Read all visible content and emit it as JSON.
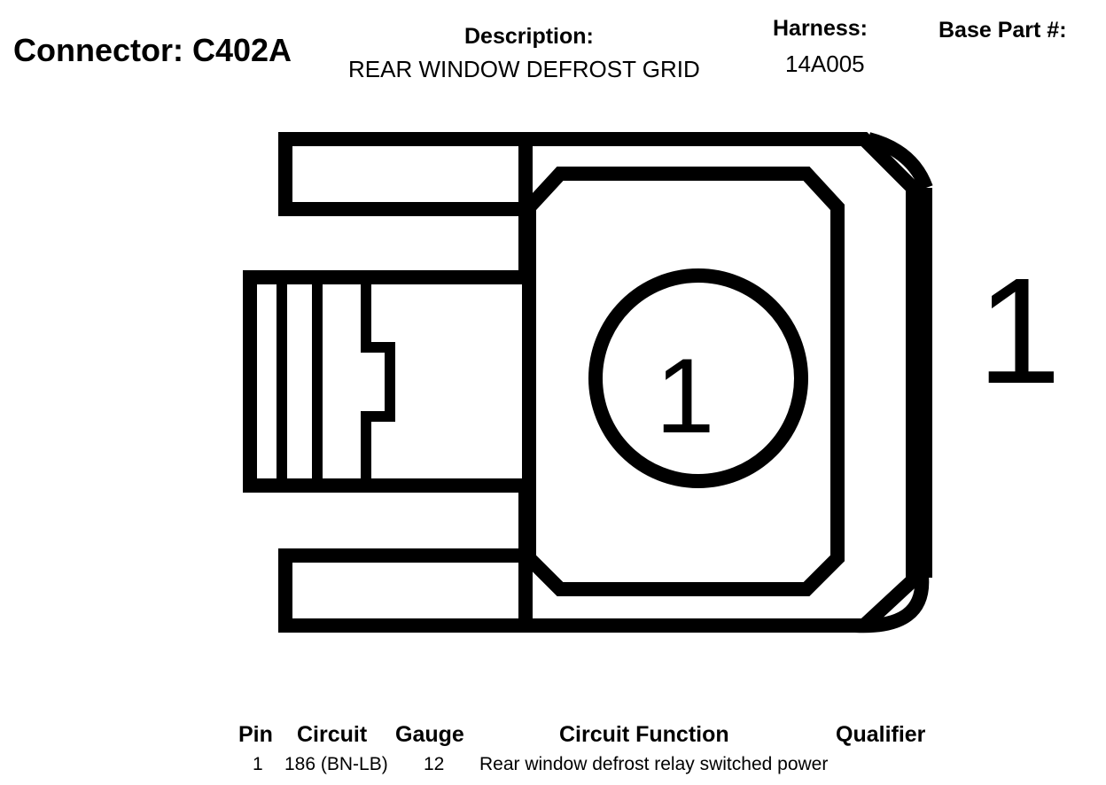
{
  "header": {
    "connector_title": "Connector: C402A",
    "description_label": "Description:",
    "description_value": "REAR WINDOW DEFROST GRID",
    "harness_label": "Harness:",
    "harness_value": "14A005",
    "base_part_label": "Base Part #:"
  },
  "diagram": {
    "cavity_label": "1",
    "side_pin_label": "1"
  },
  "table": {
    "headers": [
      "Pin",
      "Circuit",
      "Gauge",
      "Circuit Function",
      "Qualifier"
    ],
    "rows": [
      [
        "1",
        "186 (BN-LB)",
        "12",
        "Rear window defrost relay switched power",
        ""
      ]
    ]
  },
  "colors": {
    "line": "#000000",
    "background": "#ffffff"
  }
}
